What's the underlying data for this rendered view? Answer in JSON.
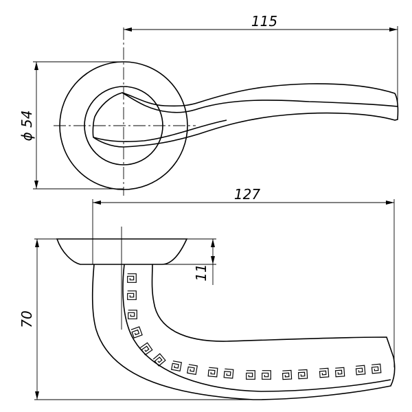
{
  "drawing": {
    "dimensions": {
      "top_length": "115",
      "rosette_diameter": "ϕ 54",
      "total_length": "127",
      "height": "70",
      "rosette_height": "11"
    },
    "colors": {
      "line": "#000000",
      "background": "#ffffff"
    }
  }
}
